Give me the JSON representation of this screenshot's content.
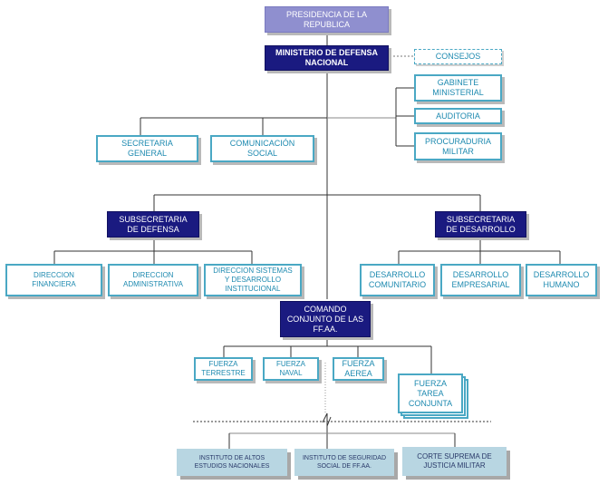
{
  "org_chart": {
    "top": {
      "presidencia": "PRESIDENCIA DE LA\nREPUBLICA",
      "ministerio": "MINISTERIO DE DEFENSA\nNACIONAL"
    },
    "advisory": {
      "consejos": "CONSEJOS",
      "gabinete": "GABINETE\nMINISTERIAL",
      "auditoria": "AUDITORIA",
      "procuraduria": "PROCURADURIA\nMILITAR"
    },
    "staff": {
      "secretaria": "SECRETARIA\nGENERAL",
      "comunicacion": "COMUNICACIÓN\nSOCIAL"
    },
    "subsecretaria_defensa": {
      "title": "SUBSECRETARIA\nDE DEFENSA",
      "children": [
        "DIRECCION\nFINANCIERA",
        "DIRECCION\nADMINISTRATIVA",
        "DIRECCION SISTEMAS\nY DESARROLLO\nINSTITUCIONAL"
      ]
    },
    "subsecretaria_desarrollo": {
      "title": "SUBSECRETARIA\nDE DESARROLLO",
      "children": [
        "DESARROLLO\nCOMUNITARIO",
        "DESARROLLO\nEMPRESARIAL",
        "DESARROLLO\nHUMANO"
      ]
    },
    "comando": {
      "title": "COMANDO\nCONJUNTO DE LAS\nFF.AA.",
      "children": [
        "FUERZA\nTERRESTRE",
        "FUERZA\nNAVAL",
        "FUERZA\nAEREA",
        "FUERZA\nTAREA\nCONJUNTA"
      ]
    },
    "institutes": [
      "INSTITUTO DE ALTOS\nESTUDIOS NACIONALES",
      "INSTITUTO DE SEGURIDAD\nSOCIAL DE FF.AA.",
      "CORTE SUPREMA DE\nJUSTICIA MILITAR"
    ]
  },
  "colors": {
    "lavender": "#8f8fcf",
    "navy": "#1a1a80",
    "teal_border": "#4aa8c4",
    "teal_text": "#1e8ab0",
    "pale_blue": "#b8d6e2"
  }
}
